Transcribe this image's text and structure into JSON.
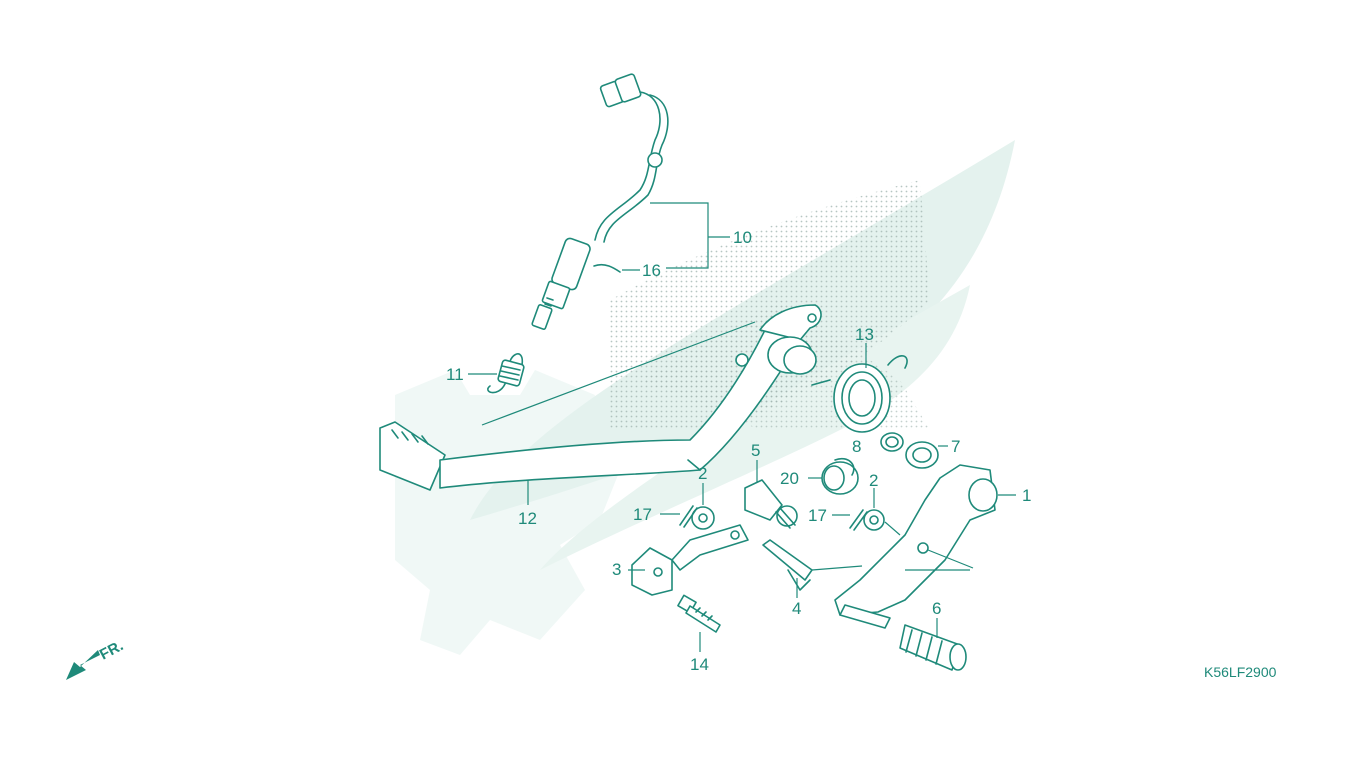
{
  "diagram_code": "K56LF2900",
  "front_indicator": "FR.",
  "colors": {
    "line": "#1f8a7a",
    "watermark": "#d9efe9",
    "dots": "#b7c9c4"
  },
  "callouts": [
    "1",
    "2",
    "2",
    "3",
    "4",
    "5",
    "6",
    "7",
    "8",
    "10",
    "11",
    "12",
    "13",
    "14",
    "16",
    "17",
    "17",
    "20"
  ]
}
